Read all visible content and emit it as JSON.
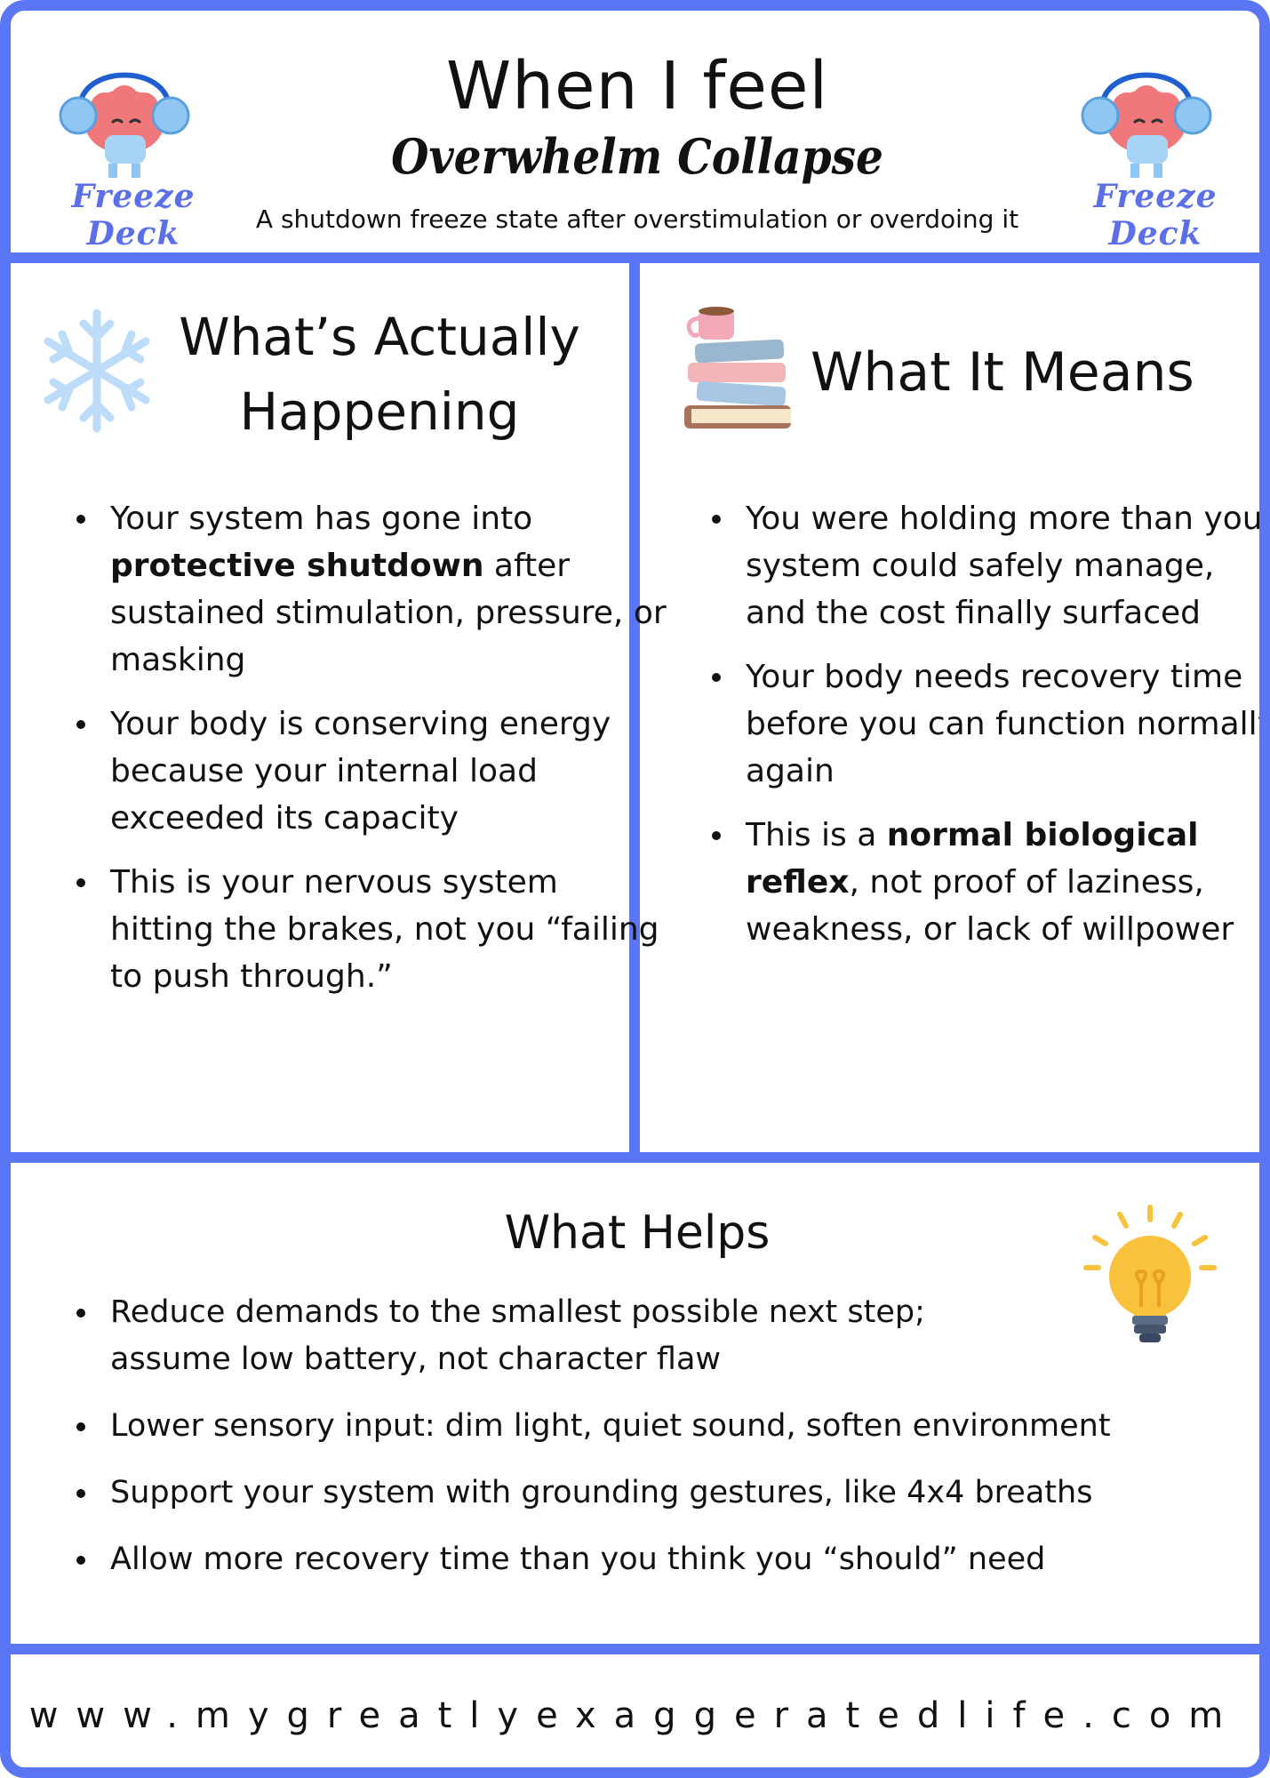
{
  "header": {
    "brand_left": "Freeze Deck",
    "brand_right": "Freeze Deck",
    "title": "When I feel",
    "subtitle": "Overwhelm Collapse",
    "tagline": "A shutdown freeze state after overstimulation or overdoing it"
  },
  "happening": {
    "title_line1": "What’s Actually",
    "title_line2": "Happening",
    "icon": "snowflake-icon",
    "items": [
      {
        "pre": "Your system has gone into ",
        "bold": "protective shutdown",
        "post": " after sustained stimulation, pressure, or masking"
      },
      {
        "pre": "Your body is conserving energy because your internal load exceeded its capacity",
        "bold": "",
        "post": ""
      },
      {
        "pre": "This is your nervous system hitting the brakes, not you “failing to push through.”",
        "bold": "",
        "post": ""
      }
    ]
  },
  "means": {
    "title": "What It Means",
    "icon": "books-icon",
    "items": [
      {
        "pre": "You were holding more than your system could safely manage, and the cost finally surfaced",
        "bold": "",
        "post": ""
      },
      {
        "pre": "Your body needs recovery time before you can function normally again",
        "bold": "",
        "post": ""
      },
      {
        "pre": "This is a ",
        "bold": "normal biological reflex",
        "post": ", not proof of laziness, weakness, or lack of willpower"
      }
    ]
  },
  "helps": {
    "title": "What Helps",
    "icon": "lightbulb-icon",
    "items": [
      "Reduce demands to the smallest possible next step; assume low battery, not character flaw",
      "Lower sensory input: dim light, quiet sound, soften environment",
      "Support your system with grounding gestures, like 4x4 breaths",
      "Allow more recovery time than you think you “should” need"
    ]
  },
  "footer": {
    "url": "www.mygreatlyexaggeratedlife.com"
  },
  "colors": {
    "border": "#5b76f5",
    "brand": "#5b6fe8",
    "snowflake": "#bcdcfa",
    "bulb": "#f9c23c"
  }
}
